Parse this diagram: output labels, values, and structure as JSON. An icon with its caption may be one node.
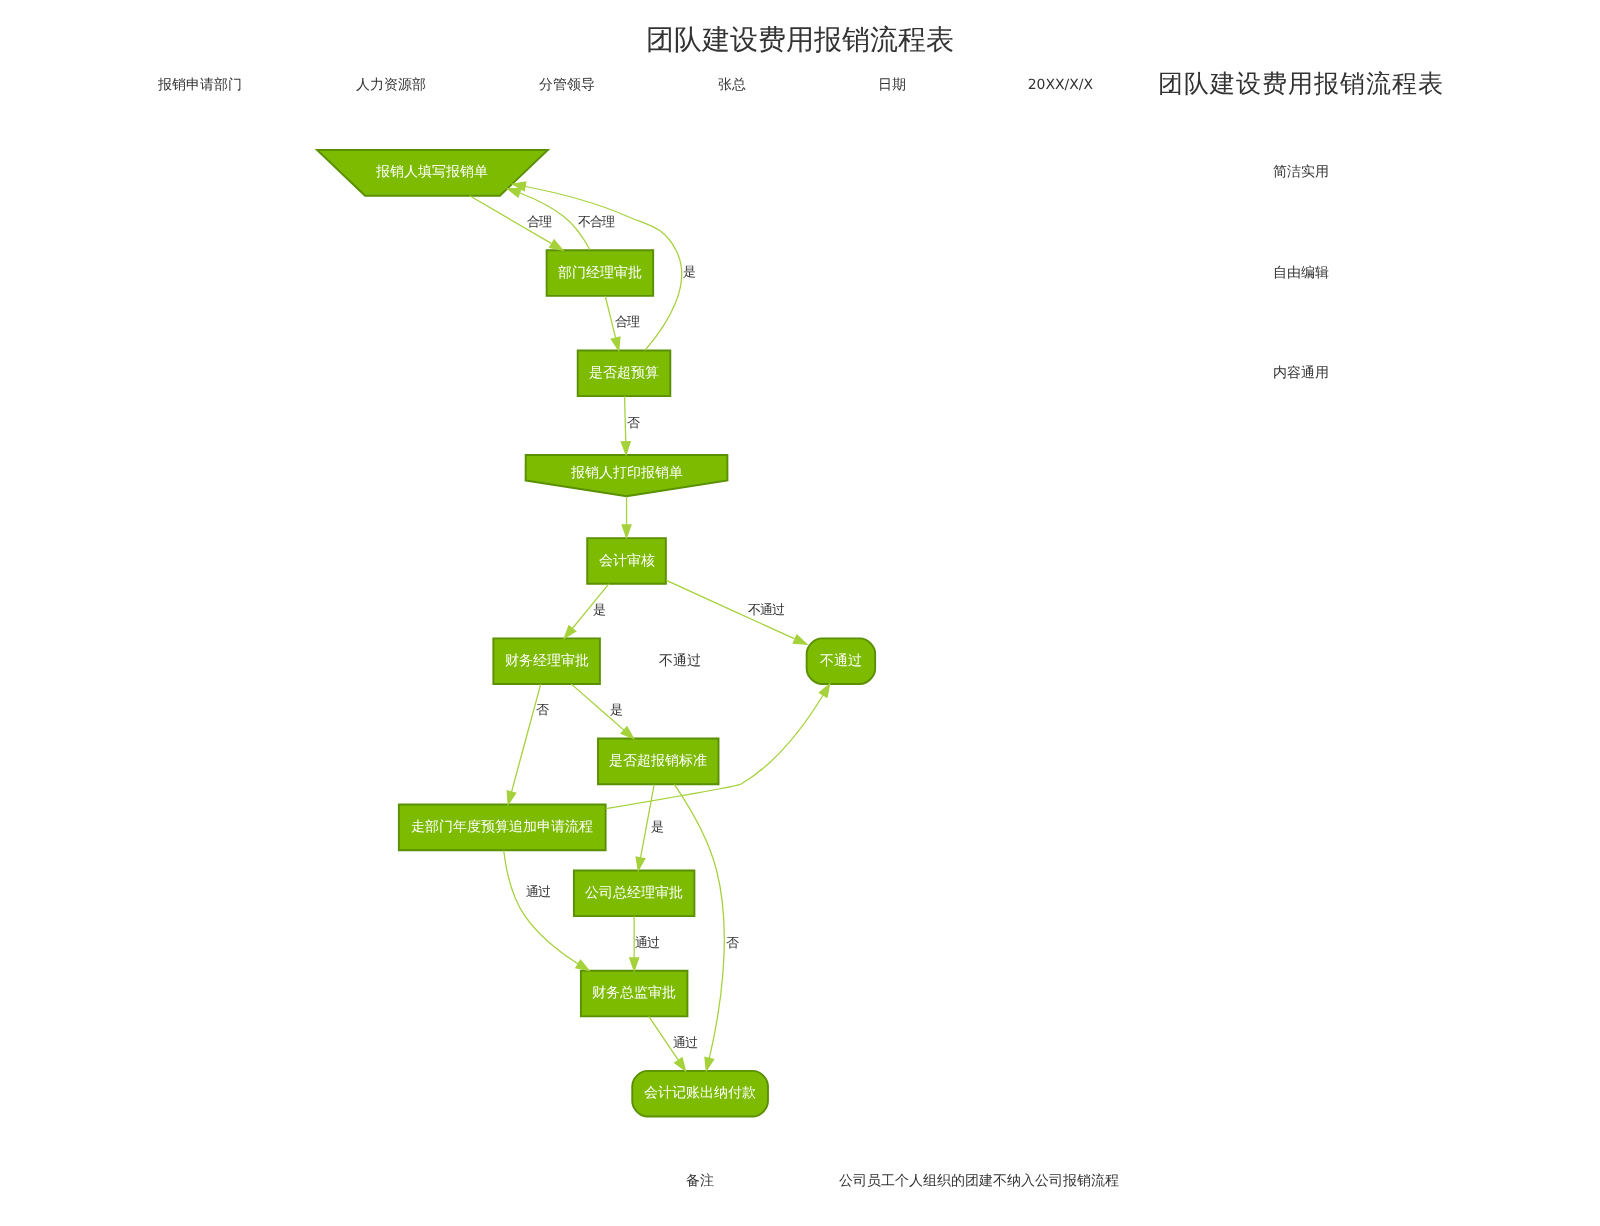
{
  "diagram": {
    "title": "团队建设费用报销流程表",
    "nodes": [
      {
        "text": [
          "报销人填写报销单"
        ]
      },
      {
        "text": [
          "部门经理审批"
        ]
      },
      {
        "text": [
          "是否超预算"
        ]
      },
      {
        "text": [
          "报销人打印报销单"
        ]
      },
      {
        "text": [
          "会计审核"
        ]
      },
      {
        "text": [
          "财务经理审批"
        ]
      },
      {
        "text": [
          "是否超报销标准"
        ]
      },
      {
        "text": [
          "公司总经理审批"
        ]
      },
      {
        "text": [
          "财务总监审批"
        ]
      },
      {
        "text": [
          "会计记账出纳付款"
        ]
      },
      {
        "text": [
          "不通过"
        ]
      },
      {
        "text": [
          "走部门年度预算追加申请流程"
        ]
      }
    ],
    "edges": [
      {
        "from": 0,
        "to": 1,
        "arrow": "to",
        "label": "合理"
      },
      {
        "from": 1,
        "to": 0,
        "arrow": "to",
        "label": "不合理"
      },
      {
        "from": 1,
        "to": 2,
        "arrow": "to",
        "label": "合理"
      },
      {
        "from": 2,
        "to": 0,
        "arrow": "to",
        "label": "是"
      },
      {
        "from": 2,
        "to": 3,
        "arrow": "to",
        "label": "否"
      },
      {
        "from": 3,
        "to": 4,
        "arrow": "to"
      },
      {
        "from": 4,
        "to": 10,
        "arrow": "to",
        "label": "不通过"
      },
      {
        "from": 4,
        "to": 5,
        "arrow": "to",
        "label": "是"
      },
      {
        "from": 5,
        "to": 11,
        "arrow": "to",
        "label": "否"
      },
      {
        "from": 11,
        "to": 10,
        "arrow": "to"
      },
      {
        "from": 5,
        "to": 6,
        "arrow": "to",
        "label": "是"
      },
      {
        "from": 6,
        "to": 7,
        "arrow": "to",
        "label": "是"
      },
      {
        "from": 6,
        "to": 9,
        "arrow": "to",
        "label": "否"
      },
      {
        "from": 7,
        "to": 8,
        "arrow": "to",
        "label": "通过"
      },
      {
        "from": 11,
        "to": 8,
        "arrow": "to",
        "label": "通过"
      },
      {
        "from": 8,
        "to": 9,
        "arrow": "to",
        "label": "通过"
      }
    ],
    "labels": [
      "团队建设费用报销流程表",
      "简洁实用",
      "自由编辑",
      "内容通用",
      "报销申请部门",
      "人力资源部",
      "分管领导",
      "张总",
      "日期",
      "20XX/X/X",
      "不通过",
      "备注",
      "公司员工个人组织的团建不纳入公司报销流程"
    ]
  }
}
